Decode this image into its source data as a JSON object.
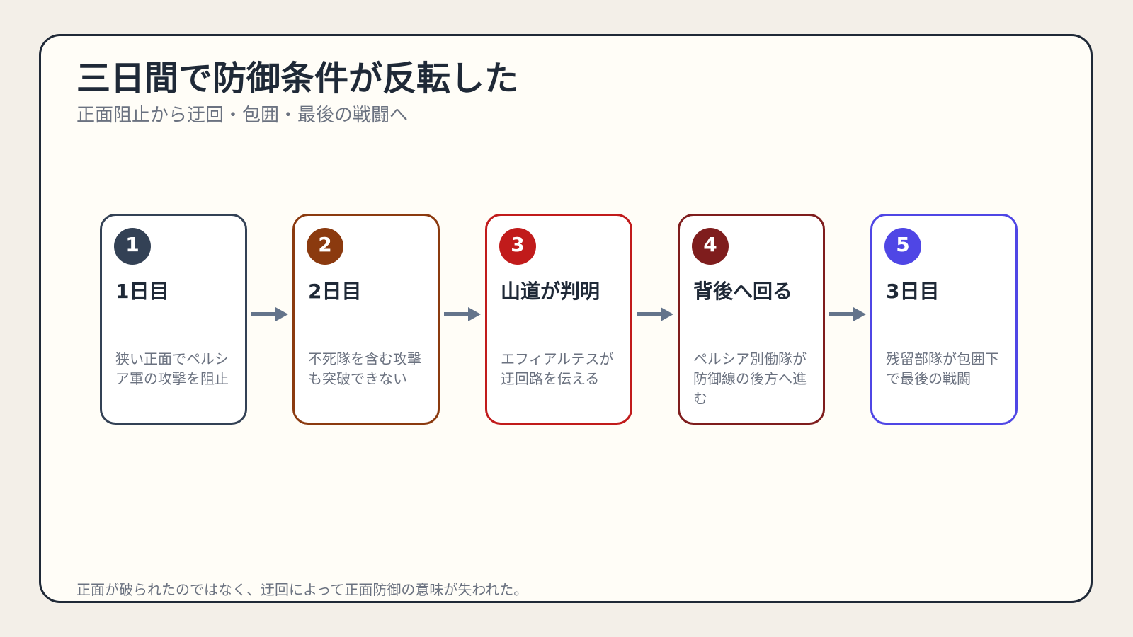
{
  "title": "三日間で防御条件が反転した",
  "subtitle": "正面阻止から迂回・包囲・最後の戦闘へ",
  "footer": "正面が破られたのではなく、迂回によって正面防御の意味が失われた。",
  "colors": {
    "background": "#f3efe8",
    "panel": "#fffdf7",
    "arrow": "#64748b",
    "text_dark": "#1f2937",
    "text_muted": "#6b7280"
  },
  "steps": [
    {
      "number": "1",
      "title": "1日目",
      "description": "狭い正面でペルシア軍の攻撃を阻止",
      "color": "#334155"
    },
    {
      "number": "2",
      "title": "2日目",
      "description": "不死隊を含む攻撃も突破できない",
      "color": "#8b3a0f"
    },
    {
      "number": "3",
      "title": "山道が判明",
      "description": "エフィアルテスが迂回路を伝える",
      "color": "#c11b1b"
    },
    {
      "number": "4",
      "title": "背後へ回る",
      "description": "ペルシア別働隊が防御線の後方へ進む",
      "color": "#7f1d1d"
    },
    {
      "number": "5",
      "title": "3日目",
      "description": "残留部隊が包囲下で最後の戦闘",
      "color": "#4f46e5"
    }
  ]
}
